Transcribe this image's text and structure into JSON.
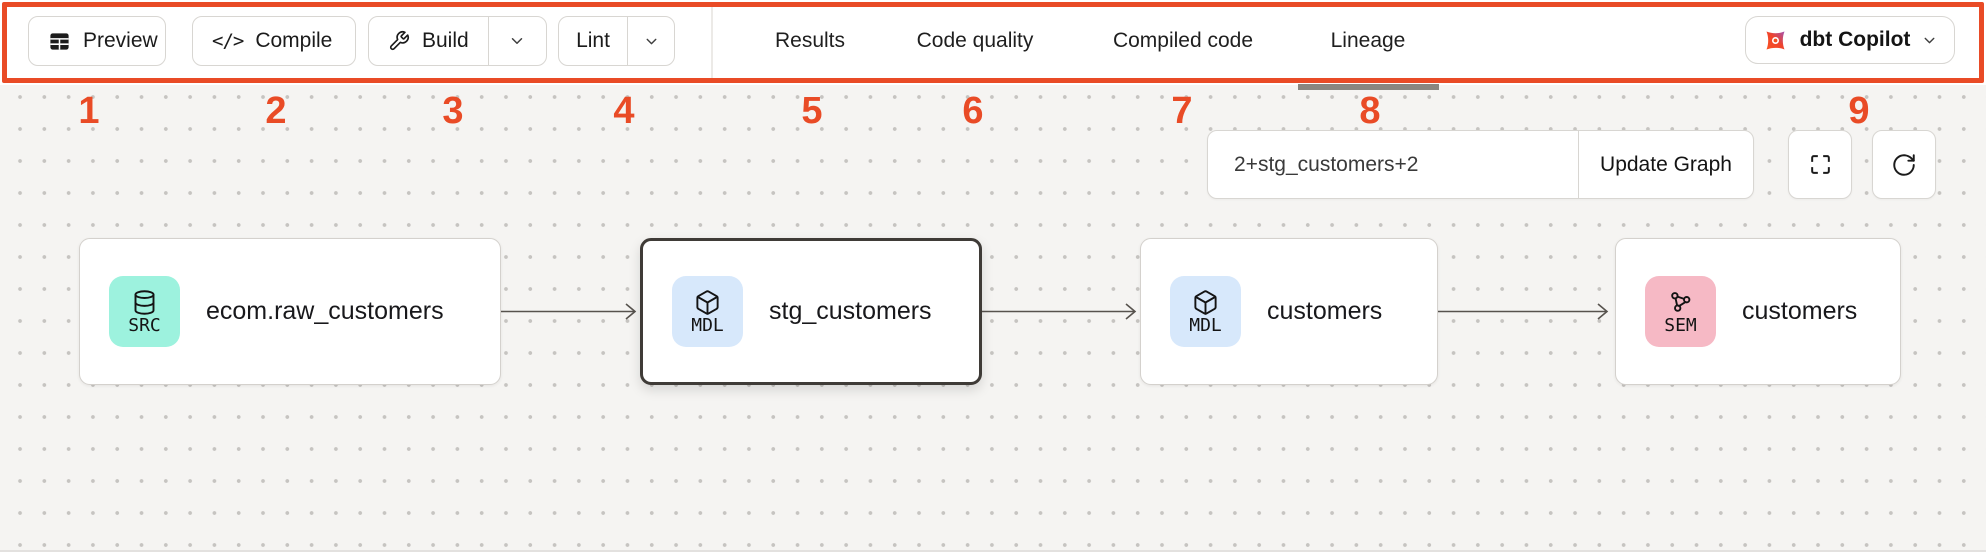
{
  "toolbar": {
    "preview": {
      "label": "Preview",
      "icon": "table-icon"
    },
    "compile": {
      "label": "Compile",
      "icon": "code-icon"
    },
    "build": {
      "label": "Build",
      "icon": "wrench-icon",
      "has_dropdown": true
    },
    "lint": {
      "label": "Lint",
      "has_dropdown": true
    },
    "tabs": [
      {
        "label": "Results",
        "active": false
      },
      {
        "label": "Code quality",
        "active": false
      },
      {
        "label": "Compiled code",
        "active": false
      },
      {
        "label": "Lineage",
        "active": true
      }
    ],
    "copilot": {
      "label": "dbt Copilot",
      "icon": "dbt-logo-icon",
      "has_dropdown": true
    }
  },
  "annotation": {
    "color": "#e94b26",
    "numbers": [
      "1",
      "2",
      "3",
      "4",
      "5",
      "6",
      "7",
      "8",
      "9"
    ]
  },
  "lineage_panel": {
    "selector_value": "2+stg_customers+2",
    "update_button_label": "Update Graph",
    "controls": [
      {
        "icon": "fullscreen-icon"
      },
      {
        "icon": "refresh-icon"
      }
    ],
    "nodes": [
      {
        "badge": "SRC",
        "icon": "database-icon",
        "label": "ecom.raw_customers",
        "selected": false
      },
      {
        "badge": "MDL",
        "icon": "cube-icon",
        "label": "stg_customers",
        "selected": true
      },
      {
        "badge": "MDL",
        "icon": "cube-icon",
        "label": "customers",
        "selected": false
      },
      {
        "badge": "SEM",
        "icon": "semantic-model-icon",
        "label": "customers",
        "selected": false
      }
    ],
    "edges": [
      {
        "from": "ecom.raw_customers",
        "to": "stg_customers"
      },
      {
        "from": "stg_customers",
        "to": "customers"
      },
      {
        "from": "customers",
        "to": "customers"
      }
    ]
  },
  "colors": {
    "annotation_red": "#e94b26",
    "src_badge": "#9df2de",
    "mdl_badge": "#d7e8fb",
    "sem_badge": "#f6b9c5",
    "selected_node_border": "#3f3b37",
    "active_tab_indicator": "#8a8680",
    "canvas_background": "#f5f4f2"
  }
}
